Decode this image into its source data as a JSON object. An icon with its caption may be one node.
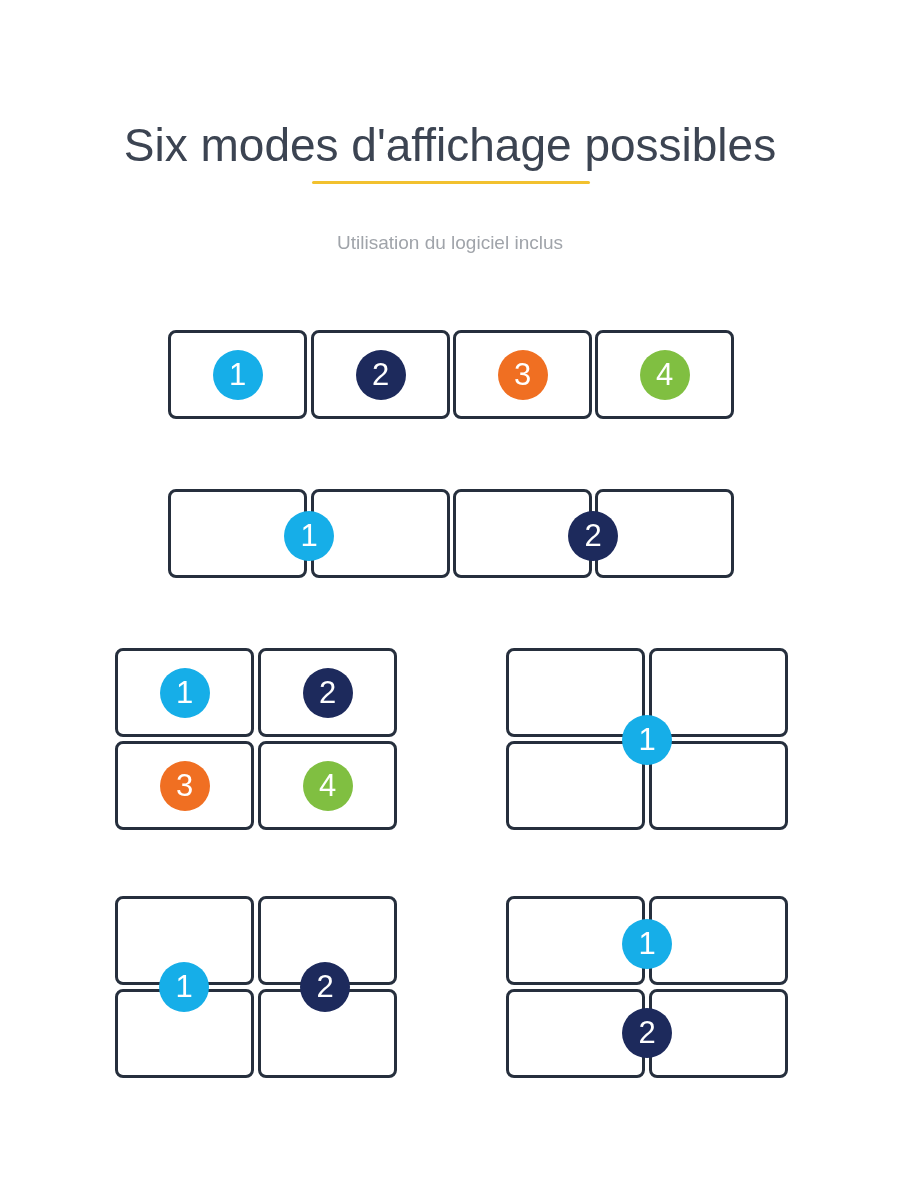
{
  "diagram": {
    "title": "Six modes d'affichage possibles",
    "nodes": [
      {
        "text": [],
        "shape": "box"
      },
      {
        "text": [
          "1"
        ],
        "in": 0
      },
      {
        "text": [],
        "shape": "box"
      },
      {
        "text": [
          "2"
        ],
        "in": 2
      },
      {
        "text": [],
        "shape": "box"
      },
      {
        "text": [
          "3"
        ],
        "in": 4
      },
      {
        "text": [],
        "shape": "box"
      },
      {
        "text": [
          "4"
        ],
        "in": 6
      },
      {
        "text": [],
        "shape": "box"
      },
      {
        "text": [],
        "shape": "box"
      },
      {
        "text": [
          "1"
        ]
      },
      {
        "text": [],
        "shape": "box"
      },
      {
        "text": [],
        "shape": "box"
      },
      {
        "text": [
          "2"
        ]
      },
      {
        "text": [],
        "shape": "box"
      },
      {
        "text": [
          "1"
        ],
        "in": 14
      },
      {
        "text": [],
        "shape": "box"
      },
      {
        "text": [
          "2"
        ],
        "in": 16
      },
      {
        "text": [],
        "shape": "box"
      },
      {
        "text": [
          "3"
        ],
        "in": 18
      },
      {
        "text": [],
        "shape": "box"
      },
      {
        "text": [
          "4"
        ],
        "in": 20
      },
      {
        "text": [],
        "shape": "box"
      },
      {
        "text": [],
        "shape": "box"
      },
      {
        "text": [],
        "shape": "box"
      },
      {
        "text": [],
        "shape": "box"
      },
      {
        "text": [
          "1"
        ]
      },
      {
        "text": [],
        "shape": "box"
      },
      {
        "text": [],
        "shape": "box"
      },
      {
        "text": [],
        "shape": "box"
      },
      {
        "text": [],
        "shape": "box"
      },
      {
        "text": [
          "1"
        ]
      },
      {
        "text": [
          "2"
        ]
      },
      {
        "text": [],
        "shape": "box"
      },
      {
        "text": [],
        "shape": "box"
      },
      {
        "text": [],
        "shape": "box"
      },
      {
        "text": [],
        "shape": "box"
      },
      {
        "text": [
          "1"
        ]
      },
      {
        "text": [
          "2"
        ]
      }
    ],
    "labels": [
      "Utilisation du logiciel inclus"
    ]
  }
}
